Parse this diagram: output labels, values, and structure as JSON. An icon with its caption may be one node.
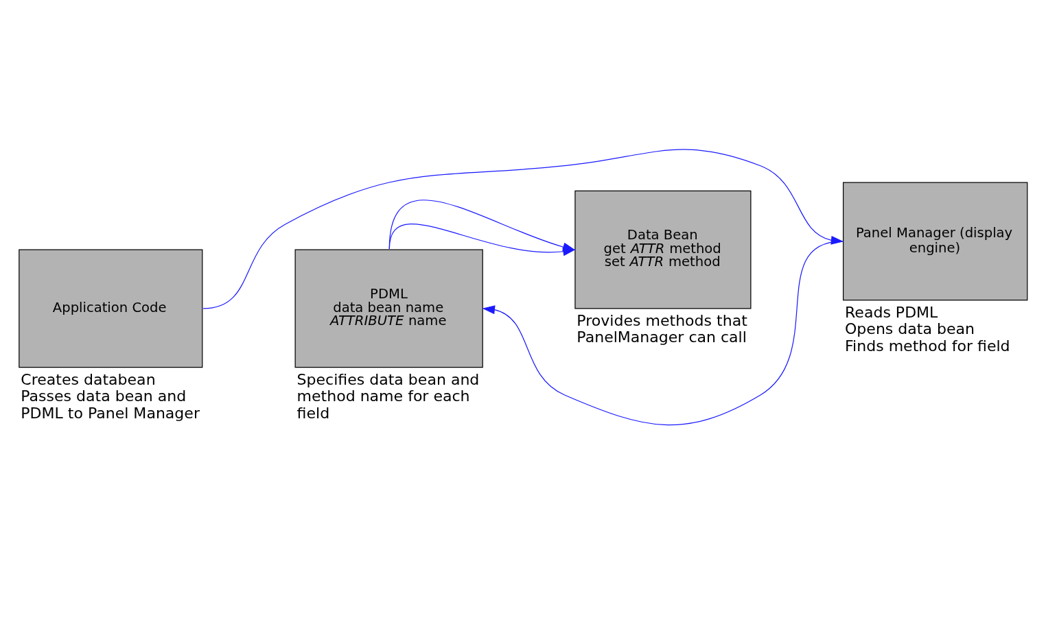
{
  "diagram": {
    "nodes": [
      {
        "text": [
          "Data Bean",
          "get *ATTR* method",
          "set *ATTR* method"
        ],
        "beside": [
          "Provides methods that PanelManager can call"
        ]
      },
      {
        "text": [
          "Application Code"
        ],
        "beside": [
          "Creates databean",
          "Passes data bean and PDML to Panel Manager"
        ]
      },
      {
        "text": [
          "Panel Manager (display engine)"
        ],
        "beside": [
          "Reads PDML",
          "Opens data bean",
          "Finds method for field"
        ]
      },
      {
        "text": [
          "PDML",
          "data bean name",
          "*ATTRIBUTE* name"
        ],
        "beside": [
          "Specifies data bean and method name for each field"
        ]
      }
    ],
    "edges": [
      {
        "from": 1,
        "to": 2,
        "arrow": "to"
      },
      {
        "from": 2,
        "to": 3,
        "arrow": "to"
      },
      {
        "from": 3,
        "to": 0,
        "arrow": "to"
      },
      {
        "from": 3,
        "to": 0,
        "arrow": "to"
      }
    ]
  }
}
